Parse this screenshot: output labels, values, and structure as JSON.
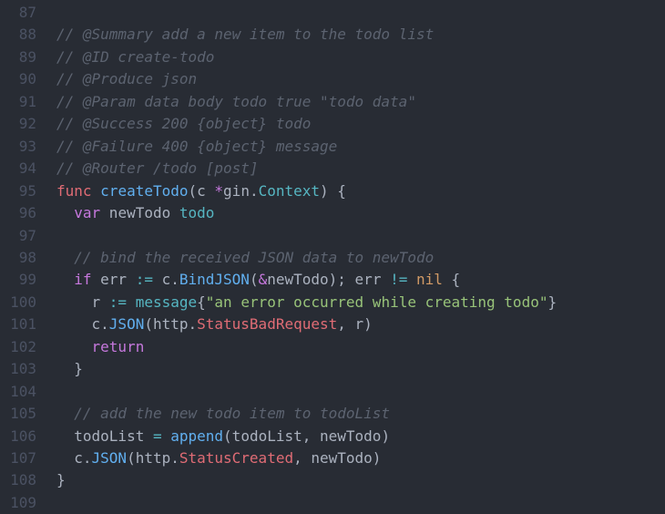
{
  "colors": {
    "background": "#282c34",
    "line_number": "#4b5263",
    "comment": "#5c6370",
    "keyword": "#c678dd",
    "function_name": "#61afef",
    "type": "#56b6c2",
    "string": "#98c379",
    "constant": "#d19a66",
    "property": "#e06c75",
    "text": "#abb2bf"
  },
  "lines": [
    {
      "n": "87",
      "tokens": []
    },
    {
      "n": "88",
      "tokens": [
        [
          "// @Summary add a new item to the todo list",
          "cm"
        ]
      ]
    },
    {
      "n": "89",
      "tokens": [
        [
          "// @ID create-todo",
          "cm"
        ]
      ]
    },
    {
      "n": "90",
      "tokens": [
        [
          "// @Produce json",
          "cm"
        ]
      ]
    },
    {
      "n": "91",
      "tokens": [
        [
          "// @Param data body todo true \"todo data\"",
          "cm"
        ]
      ]
    },
    {
      "n": "92",
      "tokens": [
        [
          "// @Success 200 {object} todo",
          "cm"
        ]
      ]
    },
    {
      "n": "93",
      "tokens": [
        [
          "// @Failure 400 {object} message",
          "cm"
        ]
      ]
    },
    {
      "n": "94",
      "tokens": [
        [
          "// @Router /todo [post]",
          "cm"
        ]
      ]
    },
    {
      "n": "95",
      "tokens": [
        [
          "func",
          "fn"
        ],
        [
          " ",
          "tx"
        ],
        [
          "createTodo",
          "nm"
        ],
        [
          "(c ",
          "tx"
        ],
        [
          "*",
          "kw"
        ],
        [
          "gin.",
          "tx"
        ],
        [
          "Context",
          "ty"
        ],
        [
          ") {",
          "tx"
        ]
      ]
    },
    {
      "n": "96",
      "tokens": [
        [
          "  ",
          "tx"
        ],
        [
          "var",
          "kw"
        ],
        [
          " newTodo ",
          "tx"
        ],
        [
          "todo",
          "ty"
        ]
      ]
    },
    {
      "n": "97",
      "tokens": []
    },
    {
      "n": "98",
      "tokens": [
        [
          "  ",
          "tx"
        ],
        [
          "// bind the received JSON data to newTodo",
          "cm"
        ]
      ]
    },
    {
      "n": "99",
      "tokens": [
        [
          "  ",
          "tx"
        ],
        [
          "if",
          "kw"
        ],
        [
          " err ",
          "tx"
        ],
        [
          ":=",
          "op"
        ],
        [
          " c.",
          "tx"
        ],
        [
          "BindJSON",
          "nm"
        ],
        [
          "(",
          "tx"
        ],
        [
          "&",
          "kw"
        ],
        [
          "newTodo); err ",
          "tx"
        ],
        [
          "!=",
          "op"
        ],
        [
          " ",
          "tx"
        ],
        [
          "nil",
          "cn"
        ],
        [
          " {",
          "tx"
        ]
      ]
    },
    {
      "n": "100",
      "tokens": [
        [
          "    r ",
          "tx"
        ],
        [
          ":=",
          "op"
        ],
        [
          " ",
          "tx"
        ],
        [
          "message",
          "ty"
        ],
        [
          "{",
          "tx"
        ],
        [
          "\"an error occurred while creating todo\"",
          "st"
        ],
        [
          "}",
          "tx"
        ]
      ]
    },
    {
      "n": "101",
      "tokens": [
        [
          "    c.",
          "tx"
        ],
        [
          "JSON",
          "nm"
        ],
        [
          "(http.",
          "tx"
        ],
        [
          "StatusBadRequest",
          "pr"
        ],
        [
          ", r)",
          "tx"
        ]
      ]
    },
    {
      "n": "102",
      "tokens": [
        [
          "    ",
          "tx"
        ],
        [
          "return",
          "kw"
        ]
      ]
    },
    {
      "n": "103",
      "tokens": [
        [
          "  }",
          "tx"
        ]
      ]
    },
    {
      "n": "104",
      "tokens": []
    },
    {
      "n": "105",
      "tokens": [
        [
          "  ",
          "tx"
        ],
        [
          "// add the new todo item to todoList",
          "cm"
        ]
      ]
    },
    {
      "n": "106",
      "tokens": [
        [
          "  todoList ",
          "tx"
        ],
        [
          "=",
          "op"
        ],
        [
          " ",
          "tx"
        ],
        [
          "append",
          "nm"
        ],
        [
          "(todoList, newTodo)",
          "tx"
        ]
      ]
    },
    {
      "n": "107",
      "tokens": [
        [
          "  c.",
          "tx"
        ],
        [
          "JSON",
          "nm"
        ],
        [
          "(http.",
          "tx"
        ],
        [
          "StatusCreated",
          "pr"
        ],
        [
          ", newTodo)",
          "tx"
        ]
      ]
    },
    {
      "n": "108",
      "tokens": [
        [
          "}",
          "tx"
        ]
      ]
    },
    {
      "n": "109",
      "tokens": []
    }
  ]
}
